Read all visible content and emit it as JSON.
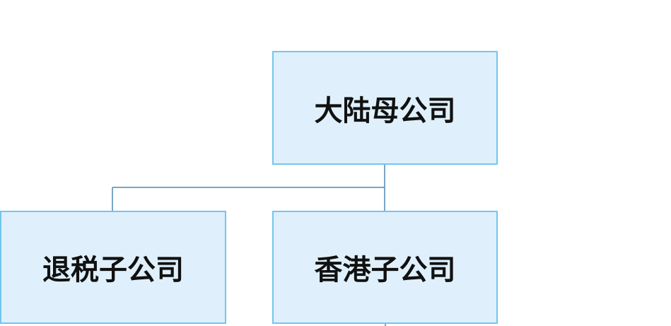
{
  "org_chart": {
    "parent": {
      "label": "大陆母公司"
    },
    "children": [
      {
        "label": "退税子公司"
      },
      {
        "label": "香港子公司"
      }
    ]
  },
  "colors": {
    "box_fill": "#dff0fc",
    "box_border": "#72c6ee",
    "connector": "#4f88b3",
    "text": "#111111"
  }
}
